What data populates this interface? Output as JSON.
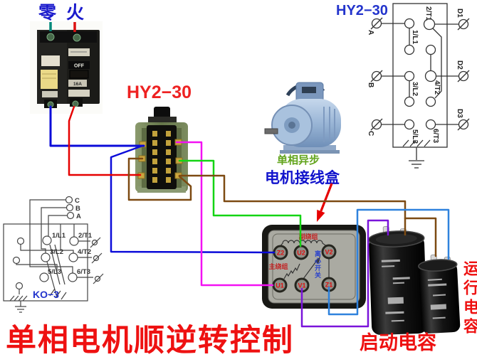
{
  "main_title": "单相电机顺逆转控制",
  "breaker": {
    "neutral": "零",
    "live": "火",
    "off": "OFF",
    "rating": "16A"
  },
  "drum_switch": {
    "label": "HY2−30"
  },
  "hy2_schematic": {
    "title": "HY2−30",
    "a": "A",
    "b": "B",
    "c": "C",
    "d1": "D1",
    "d2": "D2",
    "d3": "D3",
    "l1": "1/L1",
    "t1": "2/T1",
    "l2": "3/L2",
    "t2": "4/T2",
    "l3": "5/L3",
    "t3": "6/T3"
  },
  "ko3": {
    "title": "KO−3",
    "a": "A",
    "b": "B",
    "c": "C",
    "l1": "1/L1",
    "t1": "2/T1",
    "l2": "3/L2",
    "t2": "4/T2",
    "l3": "5/L3",
    "t3": "6/T3"
  },
  "motor": {
    "type_label": "单相异步",
    "junction_label": "电机接线盒"
  },
  "terminal_box": {
    "aux_winding": "副绕组",
    "main_winding": "主绕组",
    "centrifugal": "离心开关",
    "z2": "Z2",
    "u2": "U2",
    "v2": "V2",
    "u1": "U1",
    "v1": "V1",
    "z1": "Z1"
  },
  "capacitors": {
    "start": "启动电容",
    "run": "运行电容"
  },
  "wires": {
    "blue": "#0b0bd9",
    "red": "#e60000",
    "magenta": "#f311f3",
    "green": "#14d414",
    "brown": "#7d4a12",
    "purple": "#7a14da",
    "light_blue": "#2f82dd",
    "neutral_tick": "#00897b",
    "live_tick": "#dd1111"
  }
}
